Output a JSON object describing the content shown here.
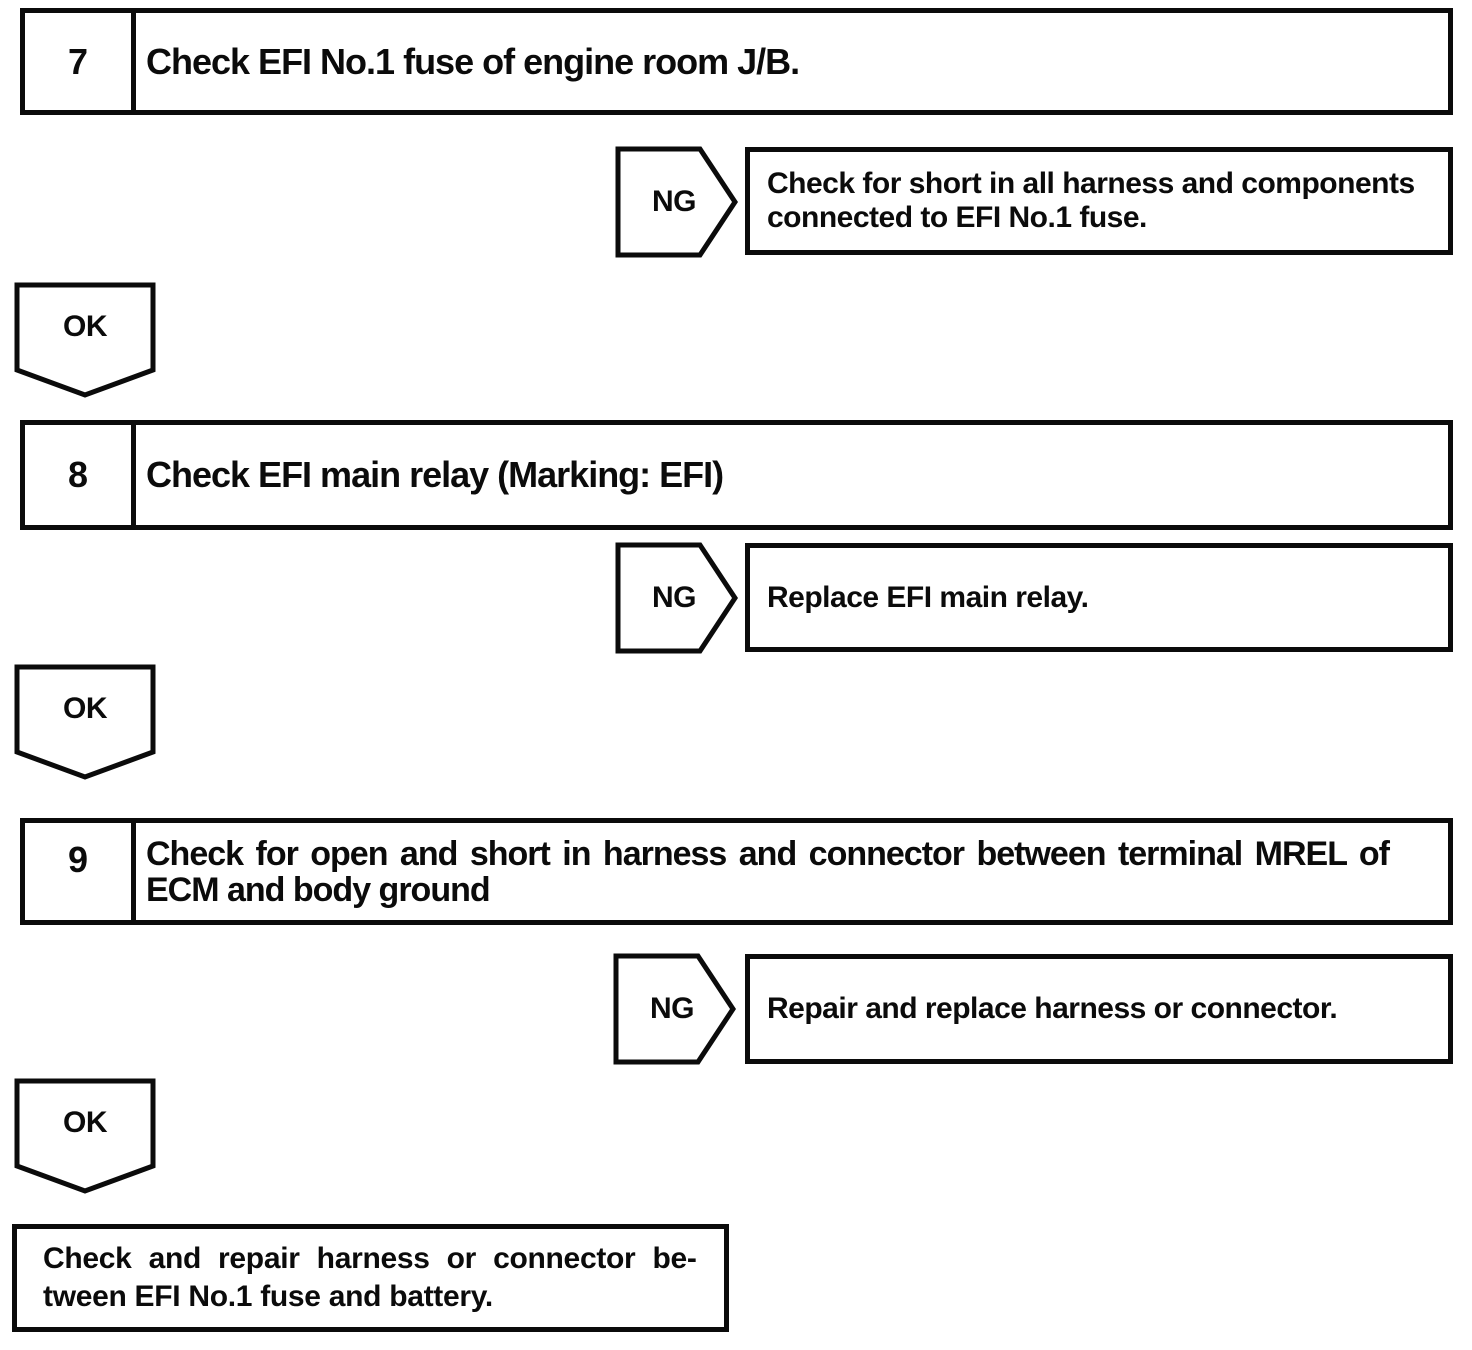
{
  "meta": {
    "ink_color": "#0b0b0b",
    "background_color": "#ffffff"
  },
  "flowchart": {
    "steps": [
      {
        "number": "7",
        "title": "Check EFI No.1 fuse of engine room J/B.",
        "ng_label": "NG",
        "ng_lines": [
          "Check for short in all harness and components",
          "connected to EFI No.1 fuse."
        ],
        "ok_label": "OK"
      },
      {
        "number": "8",
        "title": "Check EFI main relay (Marking: EFI)",
        "ng_label": "NG",
        "ng_lines": [
          "Replace EFI main relay."
        ],
        "ok_label": "OK"
      },
      {
        "number": "9",
        "title_lines": [
          "Check for open and short in harness and connector between terminal MREL of",
          "ECM and body ground"
        ],
        "ng_label": "NG",
        "ng_lines": [
          "Repair and replace harness or connector."
        ],
        "ok_label": "OK"
      }
    ],
    "final_lines": [
      "Check and repair harness or connector be-",
      "tween EFI No.1 fuse and battery."
    ]
  }
}
